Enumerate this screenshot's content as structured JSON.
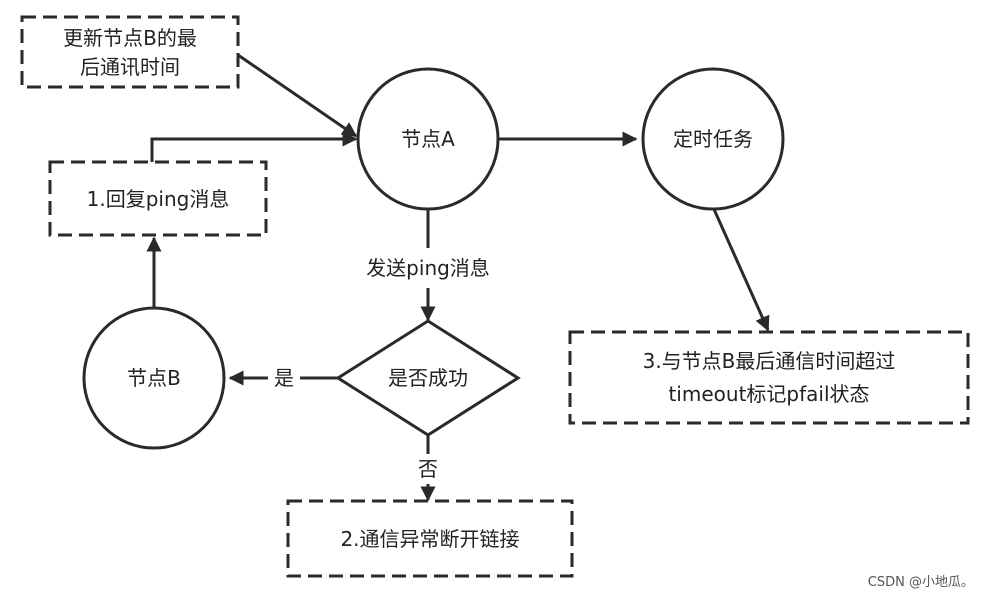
{
  "nodes": {
    "update_b_line1": "更新节点B的最",
    "update_b_line2": "后通讯时间",
    "reply_ping": "1.回复ping消息",
    "node_a": "节点A",
    "timer_task": "定时任务",
    "node_b": "节点B",
    "success_q": "是否成功",
    "timeout_line1": "3.与节点B最后通信时间超过",
    "timeout_line2": "timeout标记pfail状态",
    "disconnect": "2.通信异常断开链接"
  },
  "edges": {
    "send_ping": "发送ping消息",
    "yes": "是",
    "no": "否"
  },
  "watermark": "CSDN @小地瓜。",
  "colors": {
    "stroke": "#2a2a2a",
    "text": "#222222",
    "background": "#ffffff"
  }
}
